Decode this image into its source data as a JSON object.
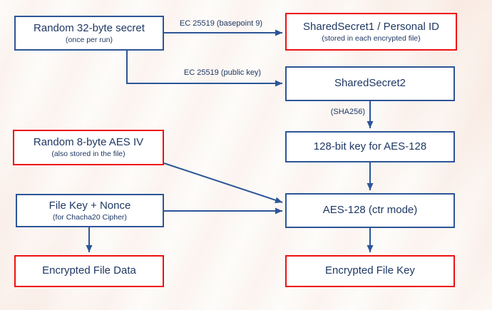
{
  "colors": {
    "blue_border": "#2d5597",
    "red_border": "#ee1111",
    "text": "#1f3864",
    "arrow": "#2d5597"
  },
  "nodes": {
    "random_secret": {
      "title": "Random 32-byte secret",
      "subtitle": "(once per run)"
    },
    "shared_secret1": {
      "title": "SharedSecret1 / Personal ID",
      "subtitle": "(stored in each encrypted file)"
    },
    "shared_secret2": {
      "title": "SharedSecret2"
    },
    "aes_key": {
      "title": "128-bit key for AES-128"
    },
    "aes_iv": {
      "title": "Random 8-byte AES IV",
      "subtitle": "(also stored in the file)"
    },
    "aes128": {
      "title": "AES-128 (ctr mode)"
    },
    "file_key": {
      "title": "File Key + Nonce",
      "subtitle": "(for Chacha20 Cipher)"
    },
    "encrypted_data": {
      "title": "Encrypted File Data"
    },
    "encrypted_key": {
      "title": "Encrypted File Key"
    }
  },
  "edges": {
    "basepoint": "EC 25519 (basepoint 9)",
    "pubkey": "EC 25519 (public key)",
    "sha256": "(SHA256)"
  }
}
